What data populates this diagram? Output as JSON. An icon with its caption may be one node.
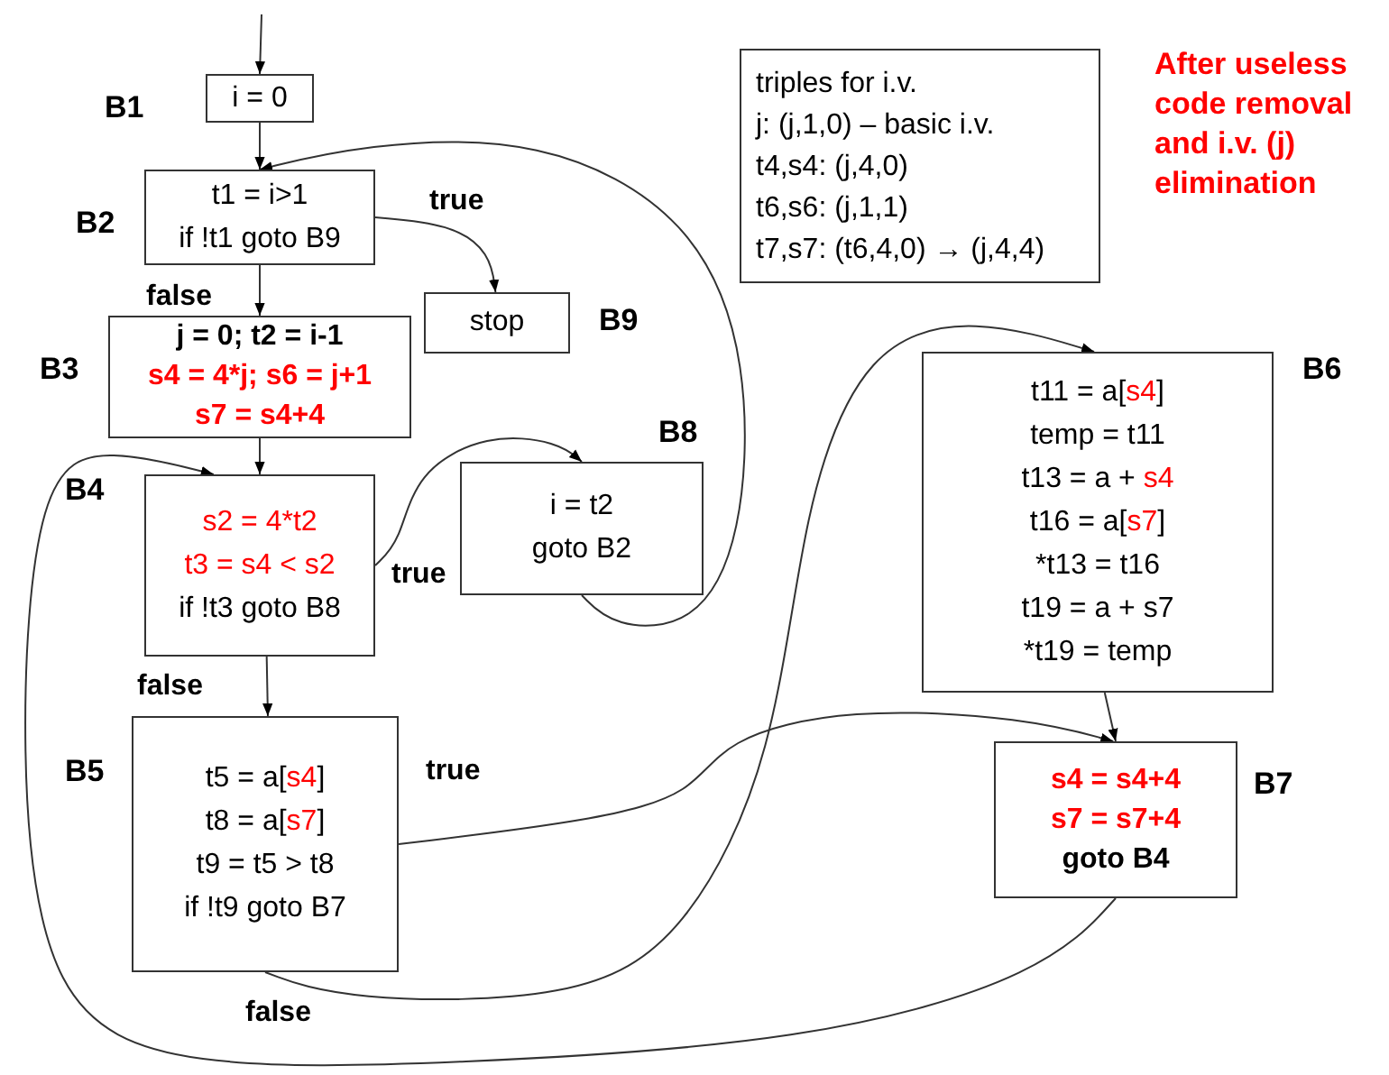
{
  "diagram": {
    "nodes": [
      {
        "text": [
          "i = 0"
        ],
        "beside": [
          "B1"
        ]
      },
      {
        "text": [
          "t1 = i>1",
          "if !t1 goto B9"
        ],
        "beside": [
          "B2"
        ]
      },
      {
        "text": [
          "stop"
        ],
        "beside": [
          "B9"
        ]
      },
      {
        "text": [
          "j = 0; t2 = i-1",
          "s4 = 4*j; s6 = j+1",
          "s7 = s4+4"
        ],
        "beside": [
          "B3"
        ]
      },
      {
        "text": [
          "s2 = 4*t2",
          "t3 = s4 < s2",
          "if !t3 goto B8"
        ],
        "beside": [
          "B4"
        ]
      },
      {
        "text": [
          "i = t2",
          "goto B2"
        ],
        "beside": [
          "B8"
        ]
      },
      {
        "text": [
          "t5 = a[s4]",
          "t8 = a[s7]",
          "t9 = t5 > t8",
          "if !t9 goto B7"
        ],
        "beside": [
          "B5"
        ]
      },
      {
        "text": [
          "t11 = a[s4]",
          "temp = t11",
          "t13 = a + s4",
          "t16 = a[s7]",
          "*t13 = t16",
          "t19 = a + s7",
          "*t19 = temp"
        ],
        "beside": [
          "B6"
        ]
      },
      {
        "text": [
          "s4 = s4+4",
          "s7 = s7+4",
          "goto B4"
        ],
        "beside": [
          "B7"
        ]
      },
      {
        "text": [
          "triples for i.v.",
          "j: (j,1,0) – basic i.v.",
          "t4,s4: (j,4,0)",
          "t6,s6: (j,1,1)",
          "t7,s7: (t6,4,0) → (j,4,4)"
        ]
      }
    ],
    "edges": [
      {
        "from": null,
        "to": 0,
        "arrow": "to"
      },
      {
        "from": 0,
        "to": 1,
        "arrow": "to"
      },
      {
        "from": 1,
        "to": 2,
        "arrow": "to",
        "label": "true"
      },
      {
        "from": 1,
        "to": 3,
        "arrow": "to",
        "label": "false"
      },
      {
        "from": 3,
        "to": 4,
        "arrow": "to"
      },
      {
        "from": 4,
        "to": 5,
        "arrow": "to",
        "label": "true"
      },
      {
        "from": 5,
        "to": 1,
        "arrow": "to"
      },
      {
        "from": 4,
        "to": 6,
        "arrow": "to",
        "label": "false"
      },
      {
        "from": 6,
        "to": 8,
        "arrow": "to",
        "label": "true"
      },
      {
        "from": 6,
        "to": 7,
        "arrow": "to",
        "label": "false"
      },
      {
        "from": 7,
        "to": 8,
        "arrow": "to"
      },
      {
        "from": 8,
        "to": 4,
        "arrow": "to"
      }
    ],
    "labels": [
      "After useless code removal and i.v. (j) elimination"
    ]
  }
}
